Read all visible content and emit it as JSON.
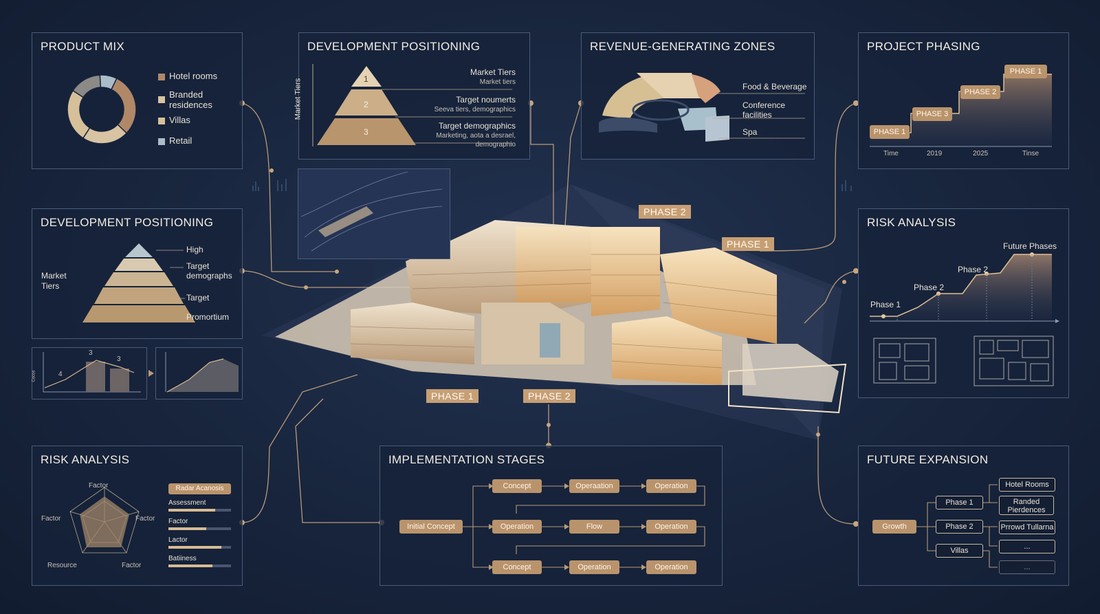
{
  "colors": {
    "background": "#16223a",
    "accent": "#c79f74",
    "panel_border": "#4a5a78",
    "line": "#b89a78"
  },
  "product_mix": {
    "title": "PRODUCT MIX",
    "legend": [
      "Hotel rooms",
      "Branded residences",
      "Villas",
      "Retail"
    ],
    "legend_lines": [
      [
        "Hotel rooms"
      ],
      [
        "Branded",
        "residences"
      ],
      [
        "Villas"
      ],
      [
        "Retail"
      ]
    ],
    "colors": [
      "#b08868",
      "#d8c3a2",
      "#d6c09a",
      "#a9bcc8"
    ],
    "donut_slices": [
      30,
      22,
      25,
      15,
      8
    ]
  },
  "dev_positioning_top": {
    "title": "DEVELOPMENT POSITIONING",
    "axis_label": "Market Tiers",
    "levels": [
      "1",
      "2",
      "3"
    ],
    "rows": [
      {
        "main": "Market Tiers",
        "sub": "Market tiers"
      },
      {
        "main": "Target noumerts",
        "sub": "Seeva tiers, demographics"
      },
      {
        "main": "Target demographics",
        "sub": "Marketing, aota a desrael,",
        "sub2": "demographio"
      }
    ]
  },
  "revenue_zones": {
    "title": "REVENUE-GENERATING ZONES",
    "labels": [
      "Food & Beverage",
      "Conference",
      "facilities",
      "Spa"
    ]
  },
  "project_phasing": {
    "title": "PROJECT PHASING",
    "steps": [
      "PHASE 1",
      "PHASE 3",
      "PHASE 2",
      "PHASE 1"
    ],
    "axis": [
      "Time",
      "2019",
      "2025",
      "Tinse"
    ]
  },
  "dev_positioning_left": {
    "title": "DEVELOPMENT POSITIONING",
    "axis_label": [
      "Market",
      "Tiers"
    ],
    "labels": [
      "High",
      "Target",
      "demographs",
      "Target",
      "Promortium"
    ]
  },
  "mini_charts": {
    "labels": [
      "3",
      "4",
      "3"
    ],
    "ylabel": "Cocos"
  },
  "risk_right": {
    "title": "RISK ANALYSIS",
    "labels": [
      "Phase 1",
      "Phase 2",
      "Phase 2",
      "Future Phases"
    ]
  },
  "risk_left": {
    "title": "RISK ANALYSIS",
    "radar_labels": [
      "Factor",
      "Factor",
      "Factor",
      "Resource",
      "Factor"
    ],
    "bar_header": "Radar Acanosis",
    "bars": [
      {
        "label": "Assessment",
        "value": 0.75
      },
      {
        "label": "Factor",
        "value": 0.6
      },
      {
        "label": "Lactor",
        "value": 0.85
      },
      {
        "label": "Batiiness",
        "value": 0.7
      }
    ]
  },
  "implementation": {
    "title": "IMPLEMENTATION STAGES",
    "start": "Initial Concept",
    "row1": [
      "Concept",
      "Operaation",
      "Operation"
    ],
    "row2": [
      "Operation",
      "Flow",
      "Operation"
    ],
    "row3": [
      "Concept",
      "Operation",
      "Operation"
    ]
  },
  "future_expansion": {
    "title": "FUTURE EXPANSION",
    "root": "Growth",
    "mid": [
      "Phase 1",
      "Phase 2",
      "Villas"
    ],
    "leaf": [
      "Hotel Rooms",
      "Randed",
      "Pierdences",
      "Prrowd Tullarna",
      "...",
      "..."
    ]
  },
  "map_tags": {
    "phase2_top": "PHASE 2",
    "phase1_right": "PHASE 1",
    "phase1_bottom": "PHASE 1",
    "phase2_bottom": "PHASE 2"
  }
}
